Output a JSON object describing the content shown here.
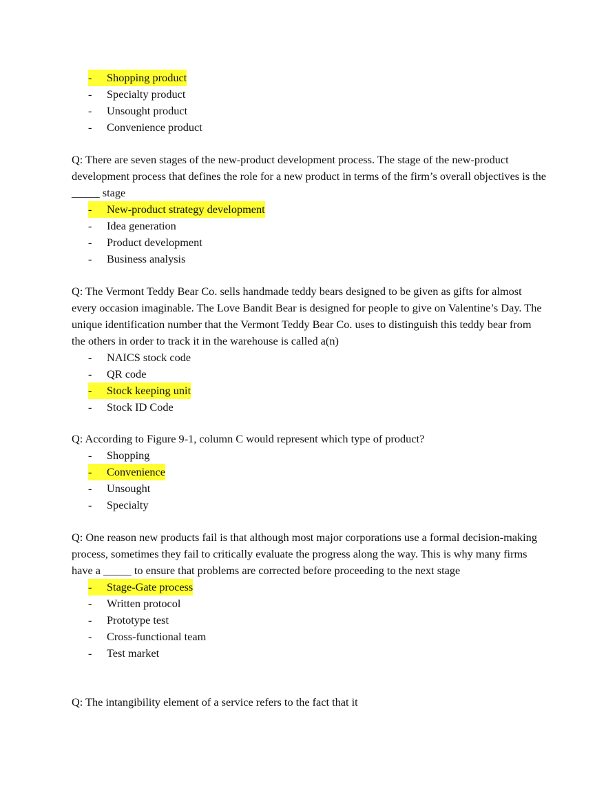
{
  "highlight_color": "#ffff33",
  "sections": [
    {
      "question": "",
      "options": [
        {
          "text": "Shopping product",
          "highlighted": true
        },
        {
          "text": "Specialty product",
          "highlighted": false
        },
        {
          "text": "Unsought product",
          "highlighted": false
        },
        {
          "text": "Convenience product",
          "highlighted": false
        }
      ]
    },
    {
      "question": "Q: There are seven stages of the new-product development process. The stage of the new-product development process that defines the role for a new product in terms of the firm’s overall objectives is the _____ stage",
      "options": [
        {
          "text": "New-product strategy development",
          "highlighted": true
        },
        {
          "text": "Idea generation",
          "highlighted": false
        },
        {
          "text": "Product development",
          "highlighted": false
        },
        {
          "text": "Business analysis",
          "highlighted": false
        }
      ]
    },
    {
      "question": "Q: The Vermont Teddy Bear Co. sells handmade teddy bears designed to be given as gifts for almost every occasion imaginable. The Love Bandit Bear is designed for people to give on Valentine’s Day. The unique identification number that the Vermont Teddy Bear Co. uses to distinguish this teddy bear from the others in order to track it in the warehouse is called a(n)",
      "options": [
        {
          "text": "NAICS stock code",
          "highlighted": false
        },
        {
          "text": "QR code",
          "highlighted": false
        },
        {
          "text": "Stock keeping unit",
          "highlighted": true
        },
        {
          "text": "Stock ID Code",
          "highlighted": false
        }
      ]
    },
    {
      "question": "Q: According to Figure 9-1, column C would represent which type of product?",
      "options": [
        {
          "text": "Shopping",
          "highlighted": false
        },
        {
          "text": "Convenience",
          "highlighted": true
        },
        {
          "text": "Unsought",
          "highlighted": false
        },
        {
          "text": "Specialty",
          "highlighted": false
        }
      ]
    },
    {
      "question": "Q: One reason new products fail is that although most major corporations use a formal decision-making process, sometimes they fail to critically evaluate the progress along the way. This is why many firms have a _____ to ensure that problems are corrected before proceeding to the next stage",
      "options": [
        {
          "text": "Stage-Gate process",
          "highlighted": true
        },
        {
          "text": "Written protocol",
          "highlighted": false
        },
        {
          "text": "Prototype test",
          "highlighted": false
        },
        {
          "text": "Cross-functional team",
          "highlighted": false
        },
        {
          "text": "Test market",
          "highlighted": false
        }
      ]
    },
    {
      "question": "Q: The intangibility element of a service refers to the fact that it",
      "options": []
    }
  ]
}
